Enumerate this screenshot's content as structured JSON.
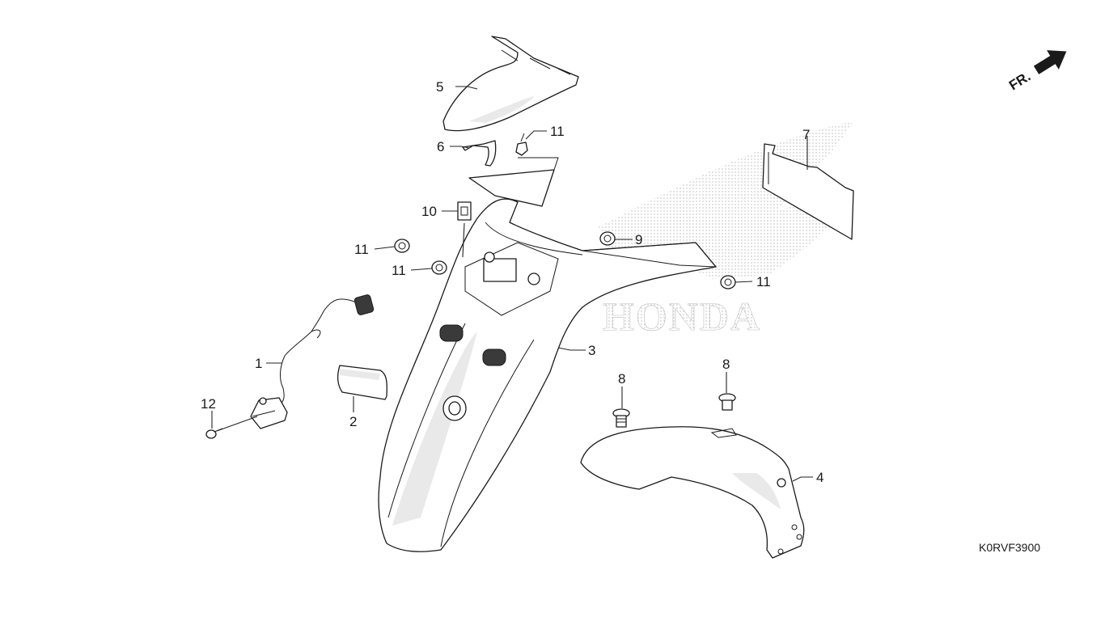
{
  "diagram_code": "K0RVF3900",
  "direction_label": "FR.",
  "watermark_text": "HONDA",
  "callouts": {
    "c1": "1",
    "c2": "2",
    "c3": "3",
    "c4": "4",
    "c5": "5",
    "c6": "6",
    "c7": "7",
    "c8a": "8",
    "c8b": "8",
    "c9": "9",
    "c10": "10",
    "c11a": "11",
    "c11b": "11",
    "c11c": "11",
    "c11d": "11",
    "c12": "12"
  },
  "colors": {
    "line": "#1a1a1a",
    "background": "#ffffff",
    "watermark": "#bdbdbd"
  }
}
